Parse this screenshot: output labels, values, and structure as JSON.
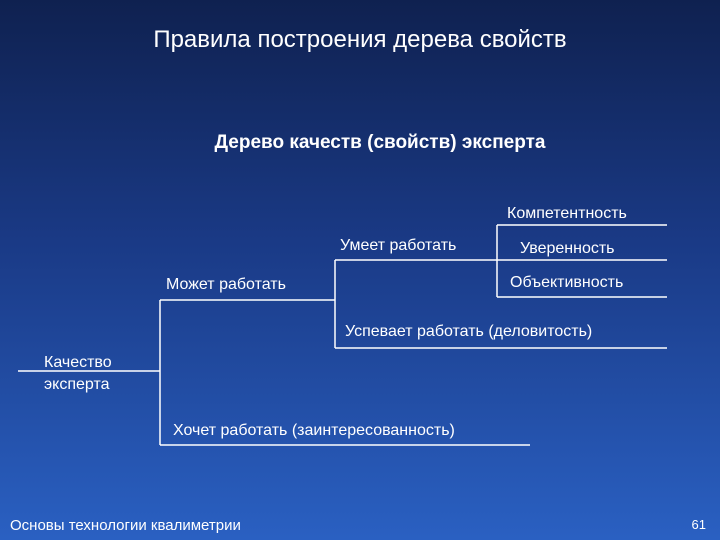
{
  "slide": {
    "title": "Правила построения дерева свойств",
    "subtitle": "Дерево качеств (свойств) эксперта"
  },
  "tree": {
    "root": "Качество\nэксперта",
    "can_work": "Может работать",
    "knows_how": "Умеет работать",
    "competence": "Компетентность",
    "confidence": "Уверенность",
    "objectivity": "Объективность",
    "on_time": "Успевает работать (деловитость)",
    "wants": "Хочет работать (заинтересованность)"
  },
  "footer": {
    "course": "Основы технологии квалиметрии",
    "page": "61"
  },
  "colors": {
    "line": "#ffffff",
    "text": "#ffffff"
  }
}
